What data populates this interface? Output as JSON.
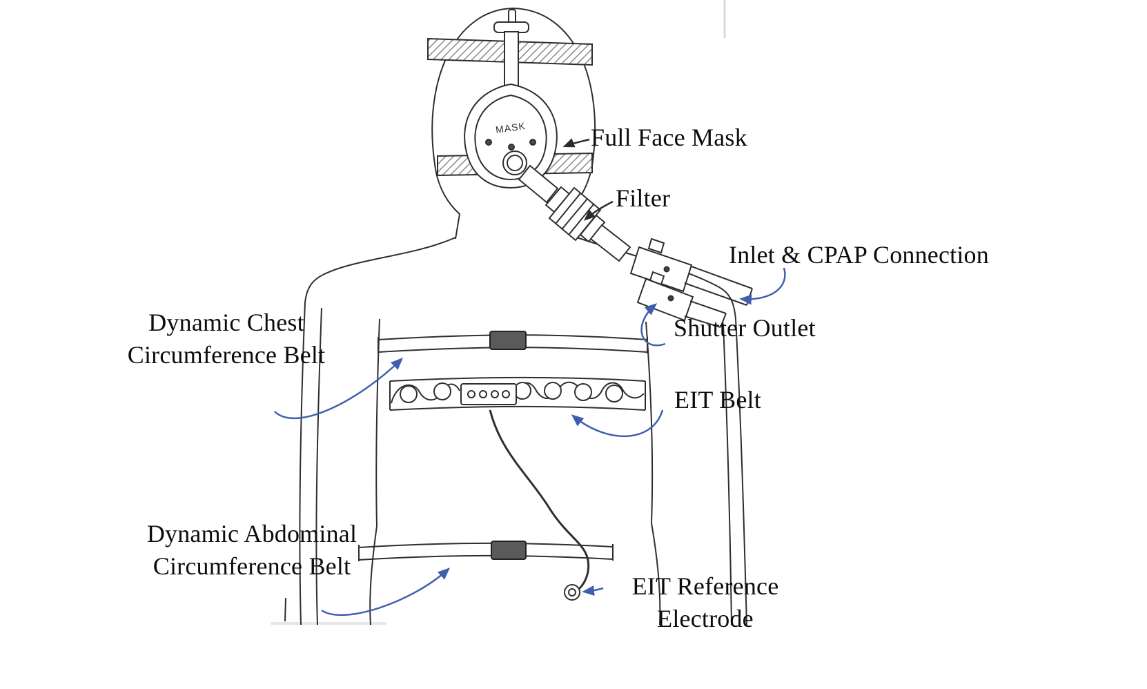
{
  "meta": {
    "title": "Patient measurement setup sketch"
  },
  "colors": {
    "background": "#ffffff",
    "ink": "#2e2e2e",
    "label_text": "#0d0d0d",
    "arrow_blue": "#3f5fae",
    "arrow_dark": "#2b2b2b",
    "buckle_fill": "#5a5a5a"
  },
  "labels": {
    "full_face_mask": "Full Face Mask",
    "filter": "Filter",
    "inlet_cpap": "Inlet & CPAP Connection",
    "shutter_outlet": "Shutter Outlet",
    "dynamic_chest": "Dynamic Chest\nCircumference Belt",
    "eit_belt": "EIT Belt",
    "dynamic_abdominal": "Dynamic Abdominal\nCircumference Belt",
    "eit_reference": "EIT Reference\nElectrode",
    "mask_text": "MASK"
  }
}
